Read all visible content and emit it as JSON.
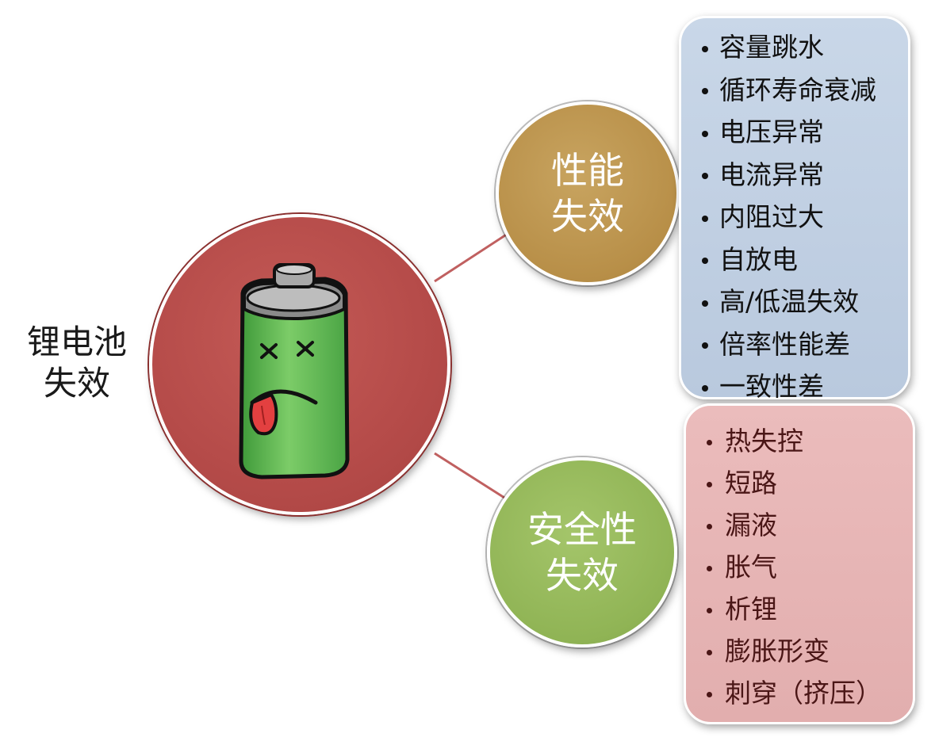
{
  "main": {
    "label_line1": "锂电池",
    "label_line2": "失效",
    "circle_color": "#b54b49",
    "icon": "dead-battery-icon"
  },
  "performance": {
    "title_line1": "性能",
    "title_line2": "失效",
    "circle_color": "#b88f48",
    "box_color": "#bccbdf",
    "items": [
      "容量跳水",
      "循环寿命衰减",
      "电压异常",
      "电流异常",
      "内阻过大",
      "自放电",
      "高/低温失效",
      "倍率性能差",
      "一致性差"
    ]
  },
  "safety": {
    "title_line1": "安全性",
    "title_line2": "失效",
    "circle_color": "#90b455",
    "box_color": "#e5b3b3",
    "items": [
      "热失控",
      "短路",
      "漏液",
      "胀气",
      "析锂",
      "膨胀形变",
      "刺穿（挤压）"
    ]
  },
  "connector_color": "#c06060"
}
